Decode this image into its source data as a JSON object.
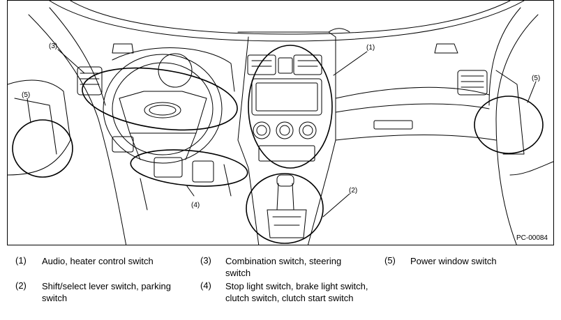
{
  "figure": {
    "id": "PC-00084",
    "callouts": [
      {
        "key": "c1",
        "label": "(1)"
      },
      {
        "key": "c2",
        "label": "(2)"
      },
      {
        "key": "c3",
        "label": "(3)"
      },
      {
        "key": "c4",
        "label": "(4)"
      },
      {
        "key": "c5a",
        "label": "(5)"
      },
      {
        "key": "c5b",
        "label": "(5)"
      }
    ]
  },
  "legend": [
    {
      "num": "(1)",
      "text": "Audio, heater control switch"
    },
    {
      "num": "(2)",
      "text": "Shift/select lever switch, parking switch"
    },
    {
      "num": "(3)",
      "text": "Combination switch, steering switch"
    },
    {
      "num": "(4)",
      "text": "Stop light switch, brake light switch, clutch switch, clutch start switch"
    },
    {
      "num": "(5)",
      "text": "Power window switch"
    }
  ]
}
